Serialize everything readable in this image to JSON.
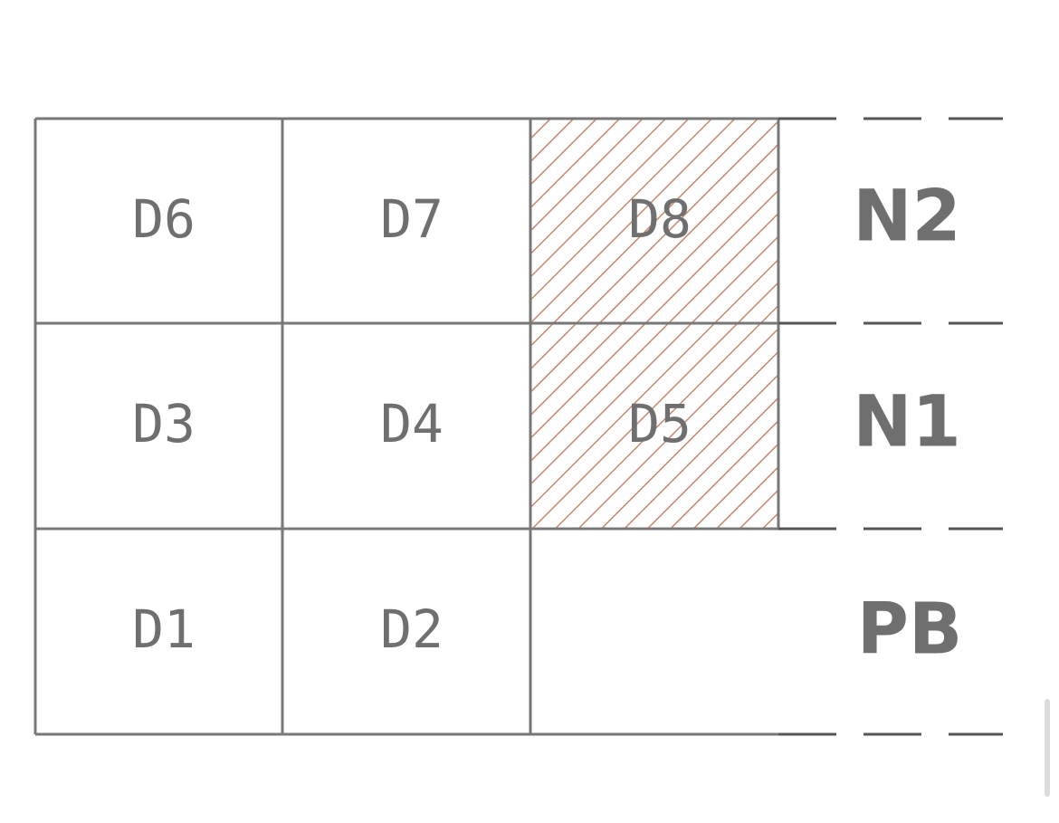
{
  "diagram": {
    "units": [
      {
        "label": "D6",
        "hatched": false
      },
      {
        "label": "D7",
        "hatched": false
      },
      {
        "label": "D8",
        "hatched": true
      },
      {
        "label": "D3",
        "hatched": false
      },
      {
        "label": "D4",
        "hatched": false
      },
      {
        "label": "D5",
        "hatched": true
      },
      {
        "label": "D1",
        "hatched": false
      },
      {
        "label": "D2",
        "hatched": false
      },
      {
        "label": "",
        "hatched": false
      }
    ],
    "levels": [
      {
        "label": "N2"
      },
      {
        "label": "N1"
      },
      {
        "label": "PB"
      }
    ],
    "colors": {
      "grid_line": "#777777",
      "dash_line": "#555555",
      "hatch": "#c8866e",
      "text": "#6f6f6f"
    }
  }
}
